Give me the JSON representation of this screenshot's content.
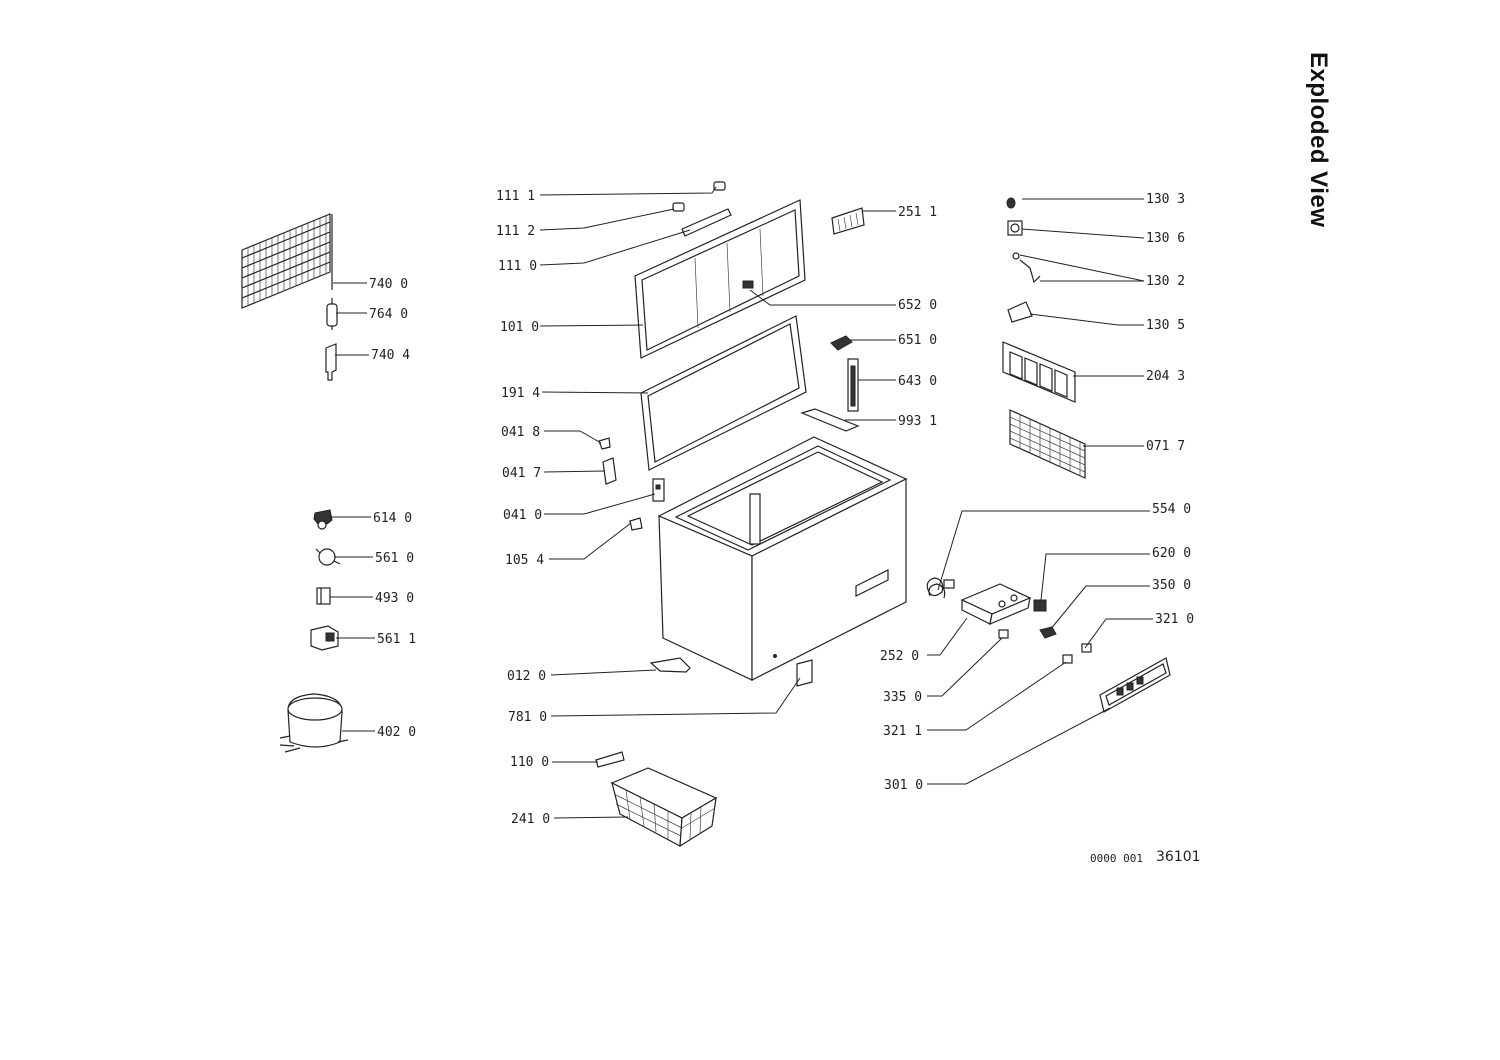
{
  "title": "Exploded View",
  "drawing_ref": {
    "code": "0000 001",
    "number": "36101"
  },
  "labels": {
    "l1111": "111 1",
    "l1112": "111 2",
    "l1110": "111 0",
    "l1010": "101 0",
    "l1914": "191 4",
    "l0418": "041 8",
    "l0417": "041 7",
    "l0410": "041 0",
    "l1054": "105 4",
    "l0120": "012 0",
    "l7810": "781 0",
    "l1100": "110 0",
    "l2410": "241 0",
    "l7400": "740 0",
    "l7640": "764 0",
    "l7404": "740 4",
    "l6140": "614 0",
    "l5610": "561 0",
    "l4930": "493 0",
    "l5611": "561 1",
    "l4020": "402 0",
    "l2511": "251 1",
    "l6520": "652 0",
    "l6510": "651 0",
    "l6430": "643 0",
    "l9931": "993 1",
    "l2520": "252 0",
    "l3350": "335 0",
    "l3211": "321 1",
    "l3010": "301 0",
    "l1303": "130 3",
    "l1306": "130 6",
    "l1302": "130 2",
    "l1305": "130 5",
    "l2043": "204 3",
    "l0717": "071 7",
    "l5540": "554 0",
    "l6200": "620 0",
    "l3500": "350 0",
    "l3210": "321 0"
  }
}
